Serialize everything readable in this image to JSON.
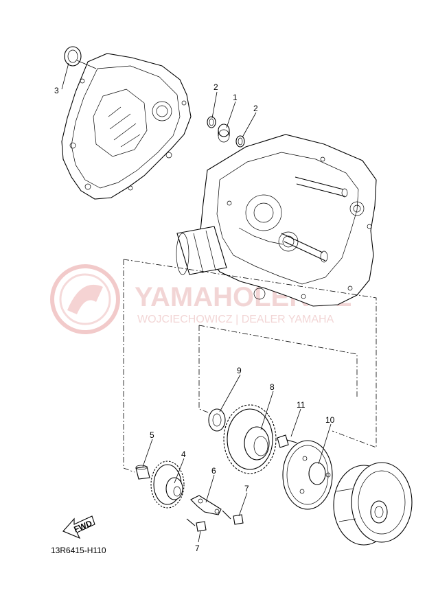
{
  "diagram_code": "13R6415-H110",
  "fwd_label": "FWD",
  "watermark": {
    "brand": "YAMAHOLER.PL",
    "subtitle": "WOJCIECHOWICZ | DEALER YAMAHA"
  },
  "callouts": [
    "1",
    "2",
    "2",
    "3",
    "4",
    "5",
    "6",
    "7",
    "7",
    "8",
    "9",
    "10",
    "11"
  ],
  "colors": {
    "line": "#000000",
    "watermark": "#e8b4b4",
    "background": "#ffffff"
  }
}
